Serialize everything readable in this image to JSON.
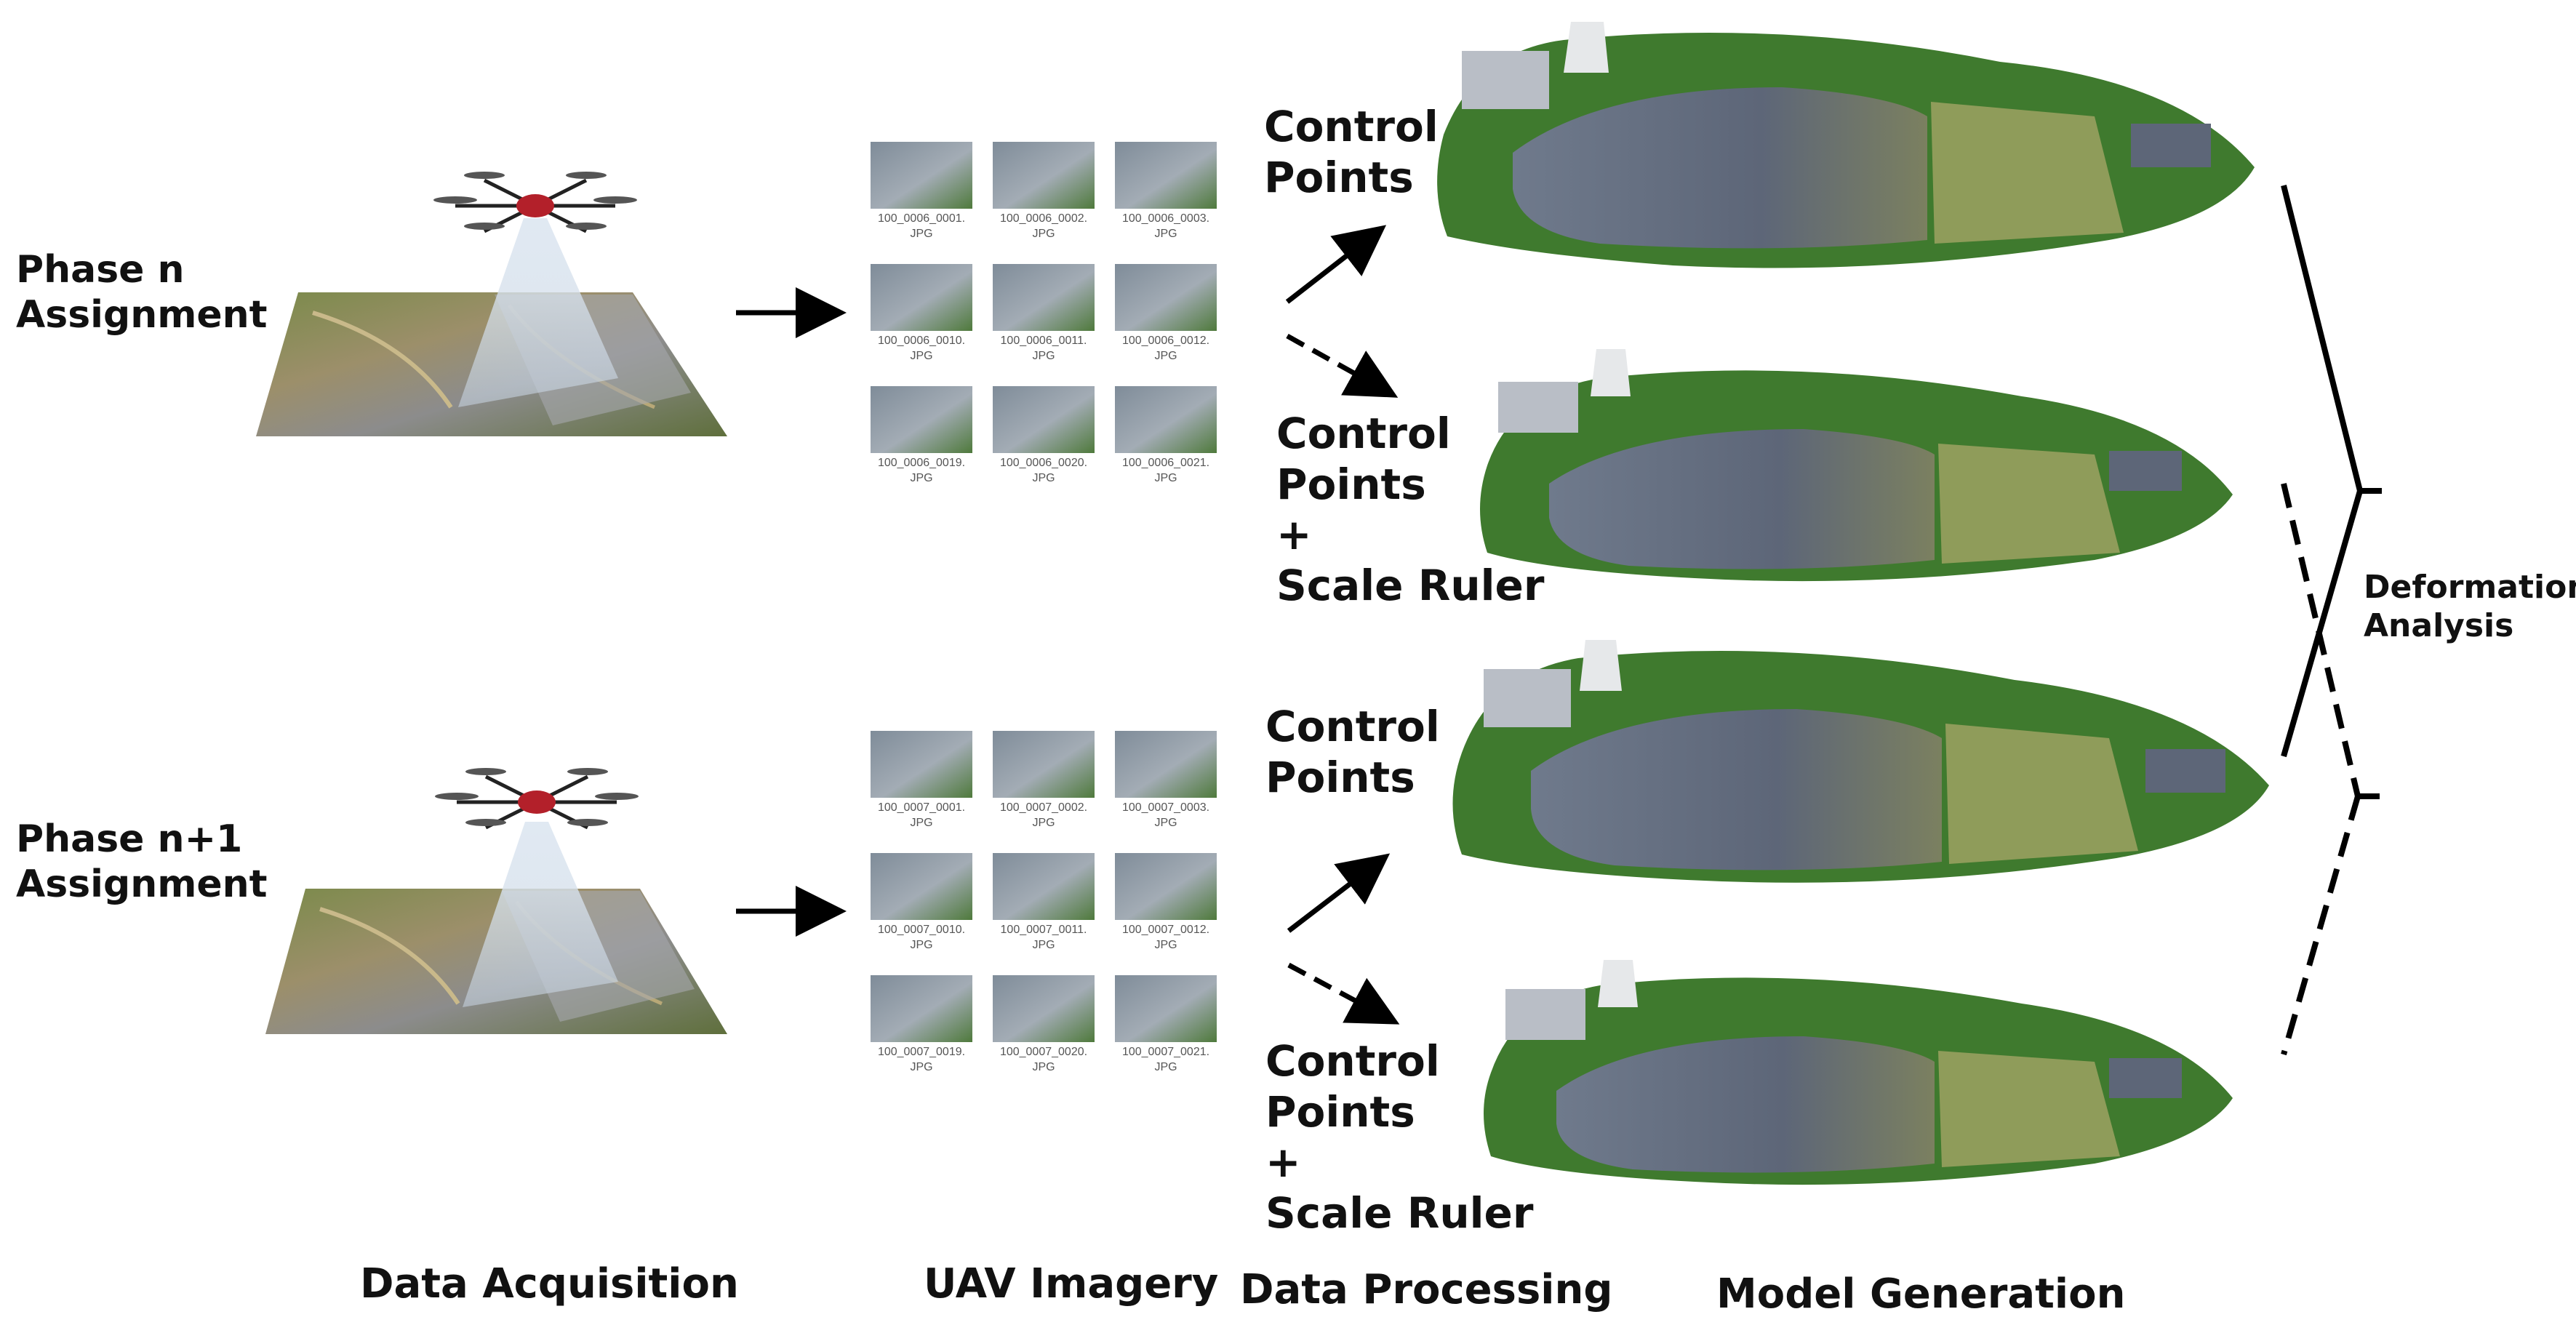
{
  "phases": [
    {
      "label_line1": "Phase n",
      "label_line2": "Assignment",
      "thumbnails": [
        "100_0006_0001.\nJPG",
        "100_0006_0002.\nJPG",
        "100_0006_0003.\nJPG",
        "100_0006_0010.\nJPG",
        "100_0006_0011.\nJPG",
        "100_0006_0012.\nJPG",
        "100_0006_0019.\nJPG",
        "100_0006_0020.\nJPG",
        "100_0006_0021.\nJPG"
      ]
    },
    {
      "label_line1": "Phase n+1",
      "label_line2": "Assignment",
      "thumbnails": [
        "100_0007_0001.\nJPG",
        "100_0007_0002.\nJPG",
        "100_0007_0003.\nJPG",
        "100_0007_0010.\nJPG",
        "100_0007_0011.\nJPG",
        "100_0007_0012.\nJPG",
        "100_0007_0019.\nJPG",
        "100_0007_0020.\nJPG",
        "100_0007_0021.\nJPG"
      ]
    }
  ],
  "processing": {
    "control_points_line1": "Control",
    "control_points_line2": "Points",
    "plus": "+",
    "scale_ruler": "Scale Ruler"
  },
  "deformation": {
    "line1": "Deformation",
    "line2": "Analysis"
  },
  "stages": [
    "Data Acquisition",
    "UAV Imagery",
    "Data Processing",
    "Model Generation"
  ]
}
